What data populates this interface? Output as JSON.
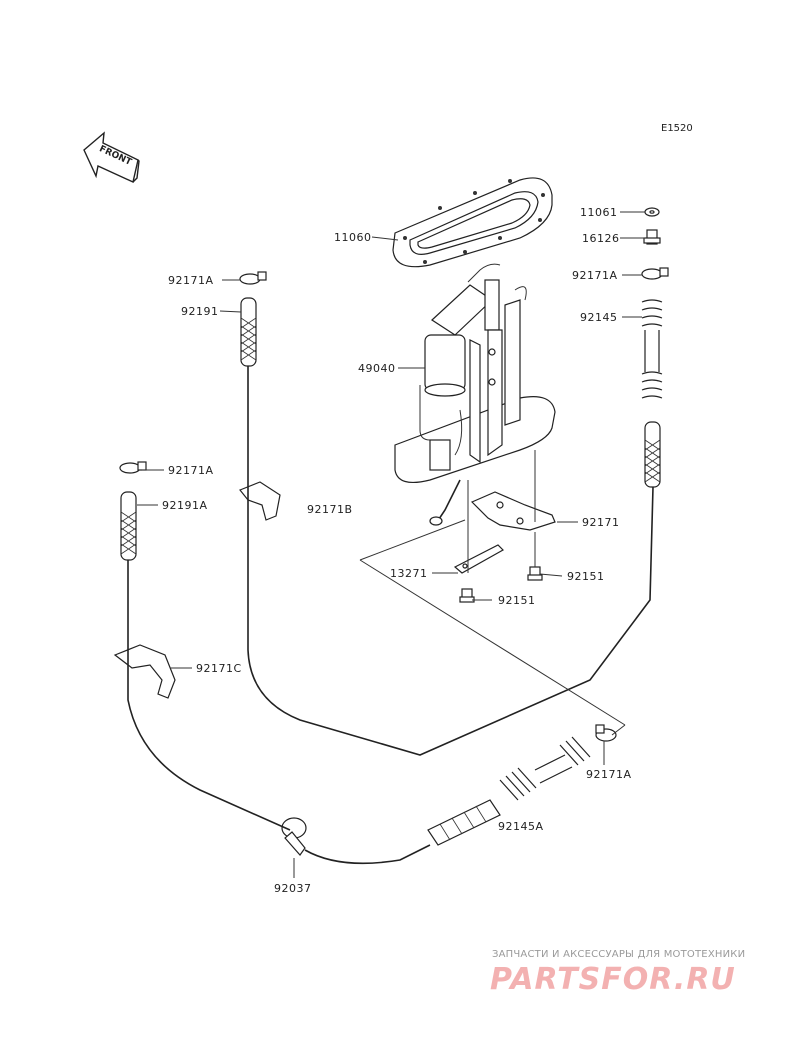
{
  "diagram": {
    "code": "E1520",
    "front_label": "FRONT",
    "labels": {
      "l11061": "11061",
      "l16126": "16126",
      "l11060": "11060",
      "l92171A_top_left": "92171A",
      "l92171A_top_right": "92171A",
      "l92191": "92191",
      "l92145": "92145",
      "l49040": "49040",
      "l92171A_mid_left": "92171A",
      "l92191A": "92191A",
      "l92171B": "92171B",
      "l92171": "92171",
      "l13271": "13271",
      "l92151_right": "92151",
      "l92151_bottom": "92151",
      "l92171C": "92171C",
      "l92171A_bottom": "92171A",
      "l92145A": "92145A",
      "l92037": "92037"
    }
  },
  "watermark": {
    "caption": "ЗАПЧАСТИ И АКСЕССУАРЫ ДЛЯ МОТОТЕХНИКИ",
    "logo": "PARTSFOR.RU"
  }
}
